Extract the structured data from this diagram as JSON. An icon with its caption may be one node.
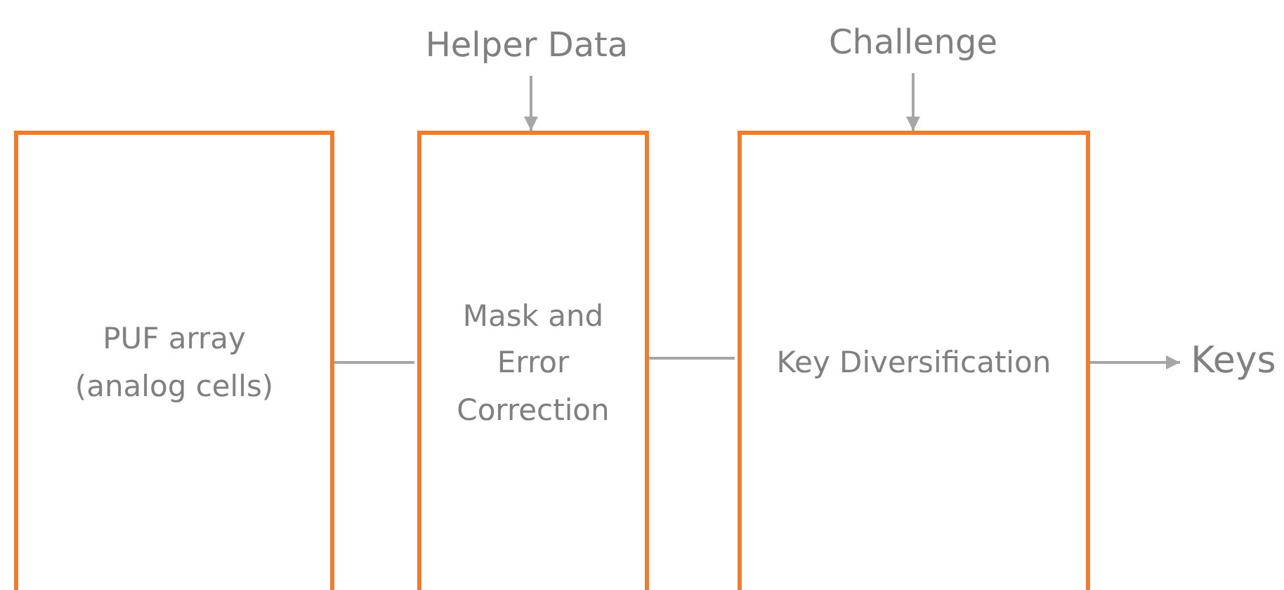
{
  "diagram": {
    "nodes": [
      {
        "text": [
          "PUF array (analog cells)"
        ]
      },
      {
        "text": [
          "Mask and Error Correction"
        ]
      },
      {
        "text": [
          "Key Diversification"
        ]
      },
      {
        "text": [
          "Helper Data"
        ]
      },
      {
        "text": [
          "Challenge"
        ]
      },
      {
        "text": [
          "Keys"
        ]
      }
    ],
    "edges": [
      {
        "from": 0,
        "to": 1,
        "arrow": "none"
      },
      {
        "from": 1,
        "to": 2,
        "arrow": "none"
      },
      {
        "from": 3,
        "to": 1,
        "arrow": "to"
      },
      {
        "from": 4,
        "to": 2,
        "arrow": "to"
      },
      {
        "from": 2,
        "to": 5,
        "arrow": "to"
      }
    ]
  }
}
